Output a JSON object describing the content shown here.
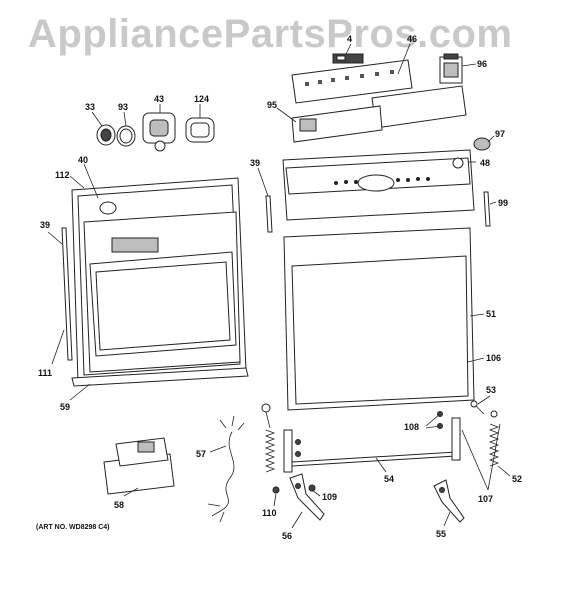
{
  "watermark": "AppliancePartsPros.com",
  "art_number": "(ART NO. WD8298 C4)",
  "callouts": [
    {
      "id": "c4",
      "text": "4"
    },
    {
      "id": "c46",
      "text": "46"
    },
    {
      "id": "c96",
      "text": "96"
    },
    {
      "id": "c33",
      "text": "33"
    },
    {
      "id": "c93",
      "text": "93"
    },
    {
      "id": "c43",
      "text": "43"
    },
    {
      "id": "c124",
      "text": "124"
    },
    {
      "id": "c95",
      "text": "95"
    },
    {
      "id": "c97",
      "text": "97"
    },
    {
      "id": "c40",
      "text": "40"
    },
    {
      "id": "c112",
      "text": "112"
    },
    {
      "id": "c39a",
      "text": "39"
    },
    {
      "id": "c39b",
      "text": "39"
    },
    {
      "id": "c48",
      "text": "48"
    },
    {
      "id": "c99",
      "text": "99"
    },
    {
      "id": "c51",
      "text": "51"
    },
    {
      "id": "c106",
      "text": "106"
    },
    {
      "id": "c111",
      "text": "111"
    },
    {
      "id": "c59",
      "text": "59"
    },
    {
      "id": "c53",
      "text": "53"
    },
    {
      "id": "c108",
      "text": "108"
    },
    {
      "id": "c57",
      "text": "57"
    },
    {
      "id": "c54",
      "text": "54"
    },
    {
      "id": "c52",
      "text": "52"
    },
    {
      "id": "c107",
      "text": "107"
    },
    {
      "id": "c58",
      "text": "58"
    },
    {
      "id": "c110",
      "text": "110"
    },
    {
      "id": "c109",
      "text": "109"
    },
    {
      "id": "c56",
      "text": "56"
    },
    {
      "id": "c55",
      "text": "55"
    }
  ]
}
